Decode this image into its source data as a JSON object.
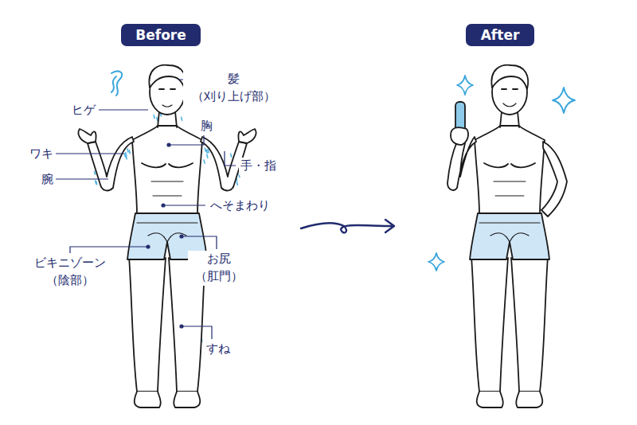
{
  "diagram": {
    "nodes": [
      {
        "text": [
          "Before"
        ]
      },
      {
        "text": [
          "After"
        ]
      }
    ],
    "labels": [
      "髪 （刈り上げ部）",
      "ヒゲ",
      "胸",
      "ワキ",
      "手・指",
      "腕",
      "へそまわり",
      "ビキニゾーン （陰部）",
      "お尻 （肛門）",
      "すね"
    ]
  }
}
